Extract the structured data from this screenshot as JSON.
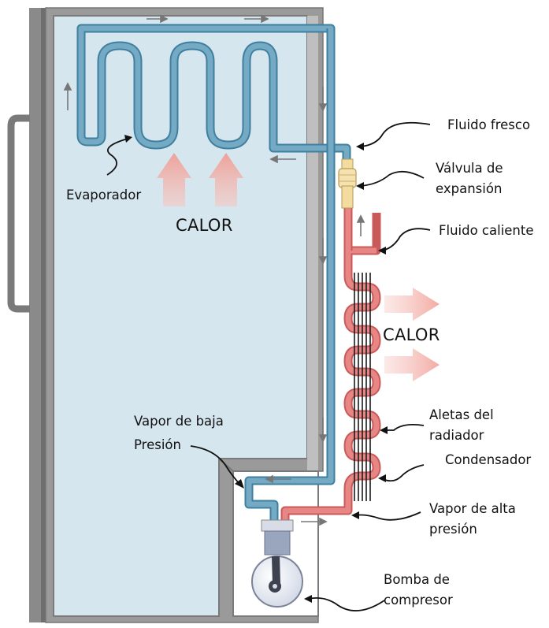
{
  "labels": {
    "evaporador": "Evaporador",
    "calor_top": "CALOR",
    "calor_right": "CALOR",
    "fluido_fresco": "Fluido fresco",
    "valvula_line1": "Válvula de",
    "valvula_line2": "expansión",
    "fluido_caliente": "Fluido caliente",
    "aletas_line1": "Aletas del",
    "aletas_line2": "radiador",
    "condensador": "Condensador",
    "vapor_alta_line1": "Vapor de alta",
    "vapor_alta_line2": "presión",
    "vapor_baja_line1": "Vapor de baja",
    "vapor_baja_line2": "Presión",
    "bomba_line1": "Bomba de",
    "bomba_line2": "compresor"
  },
  "colors": {
    "cold_pipe": "#6fa4bf",
    "hot_pipe": "#e07a7a",
    "fridge_interior": "#d6e6ee",
    "fridge_frame": "#8c8c8c",
    "heat_arrow": "#f2b3ad",
    "valve": "#f4dca0"
  }
}
